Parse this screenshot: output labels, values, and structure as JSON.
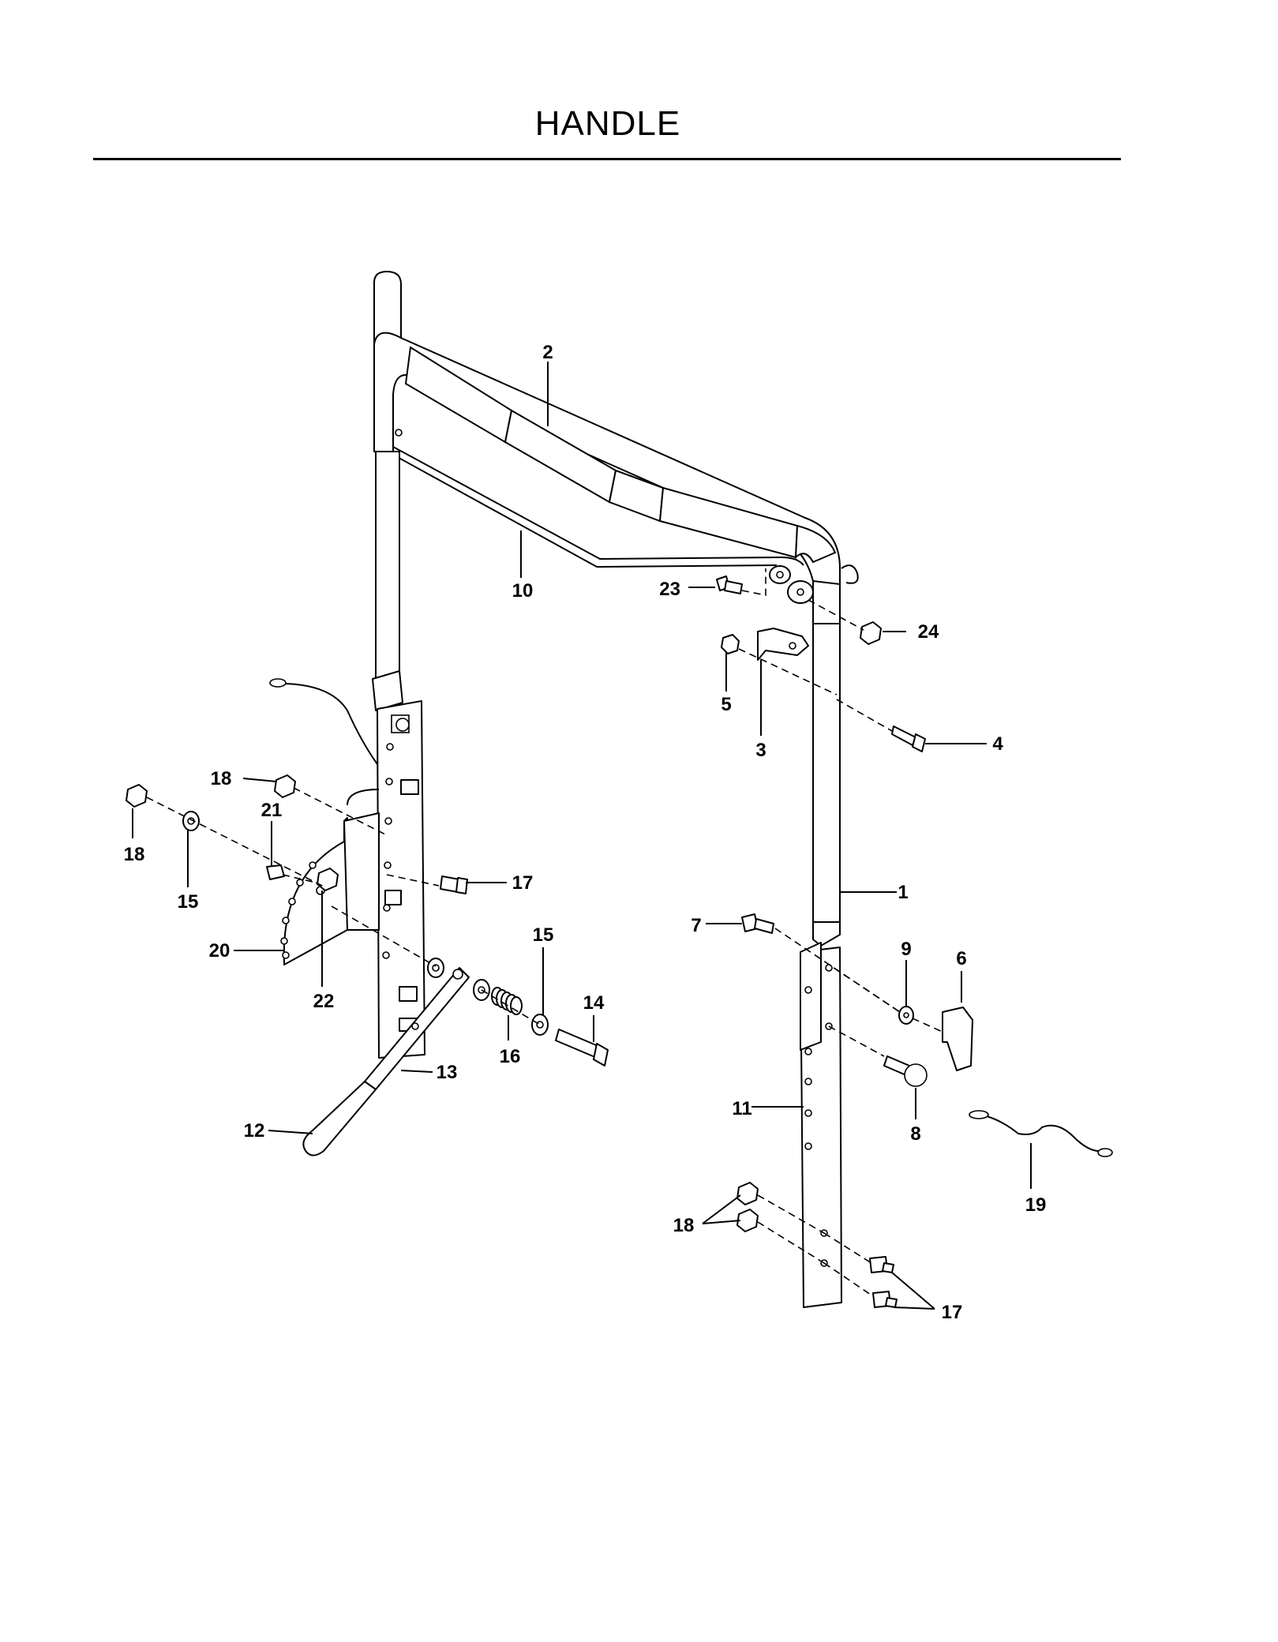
{
  "title": "HANDLE",
  "callouts": {
    "c1": "1",
    "c2": "2",
    "c3": "3",
    "c4": "4",
    "c5": "5",
    "c6": "6",
    "c7": "7",
    "c8": "8",
    "c9": "9",
    "c10": "10",
    "c11": "11",
    "c12": "12",
    "c13": "13",
    "c14": "14",
    "c15a": "15",
    "c15b": "15",
    "c16": "16",
    "c17a": "17",
    "c17b": "17",
    "c18a": "18",
    "c18b": "18",
    "c18c": "18",
    "c19": "19",
    "c20": "20",
    "c21": "21",
    "c22": "22",
    "c23": "23",
    "c24": "24"
  }
}
